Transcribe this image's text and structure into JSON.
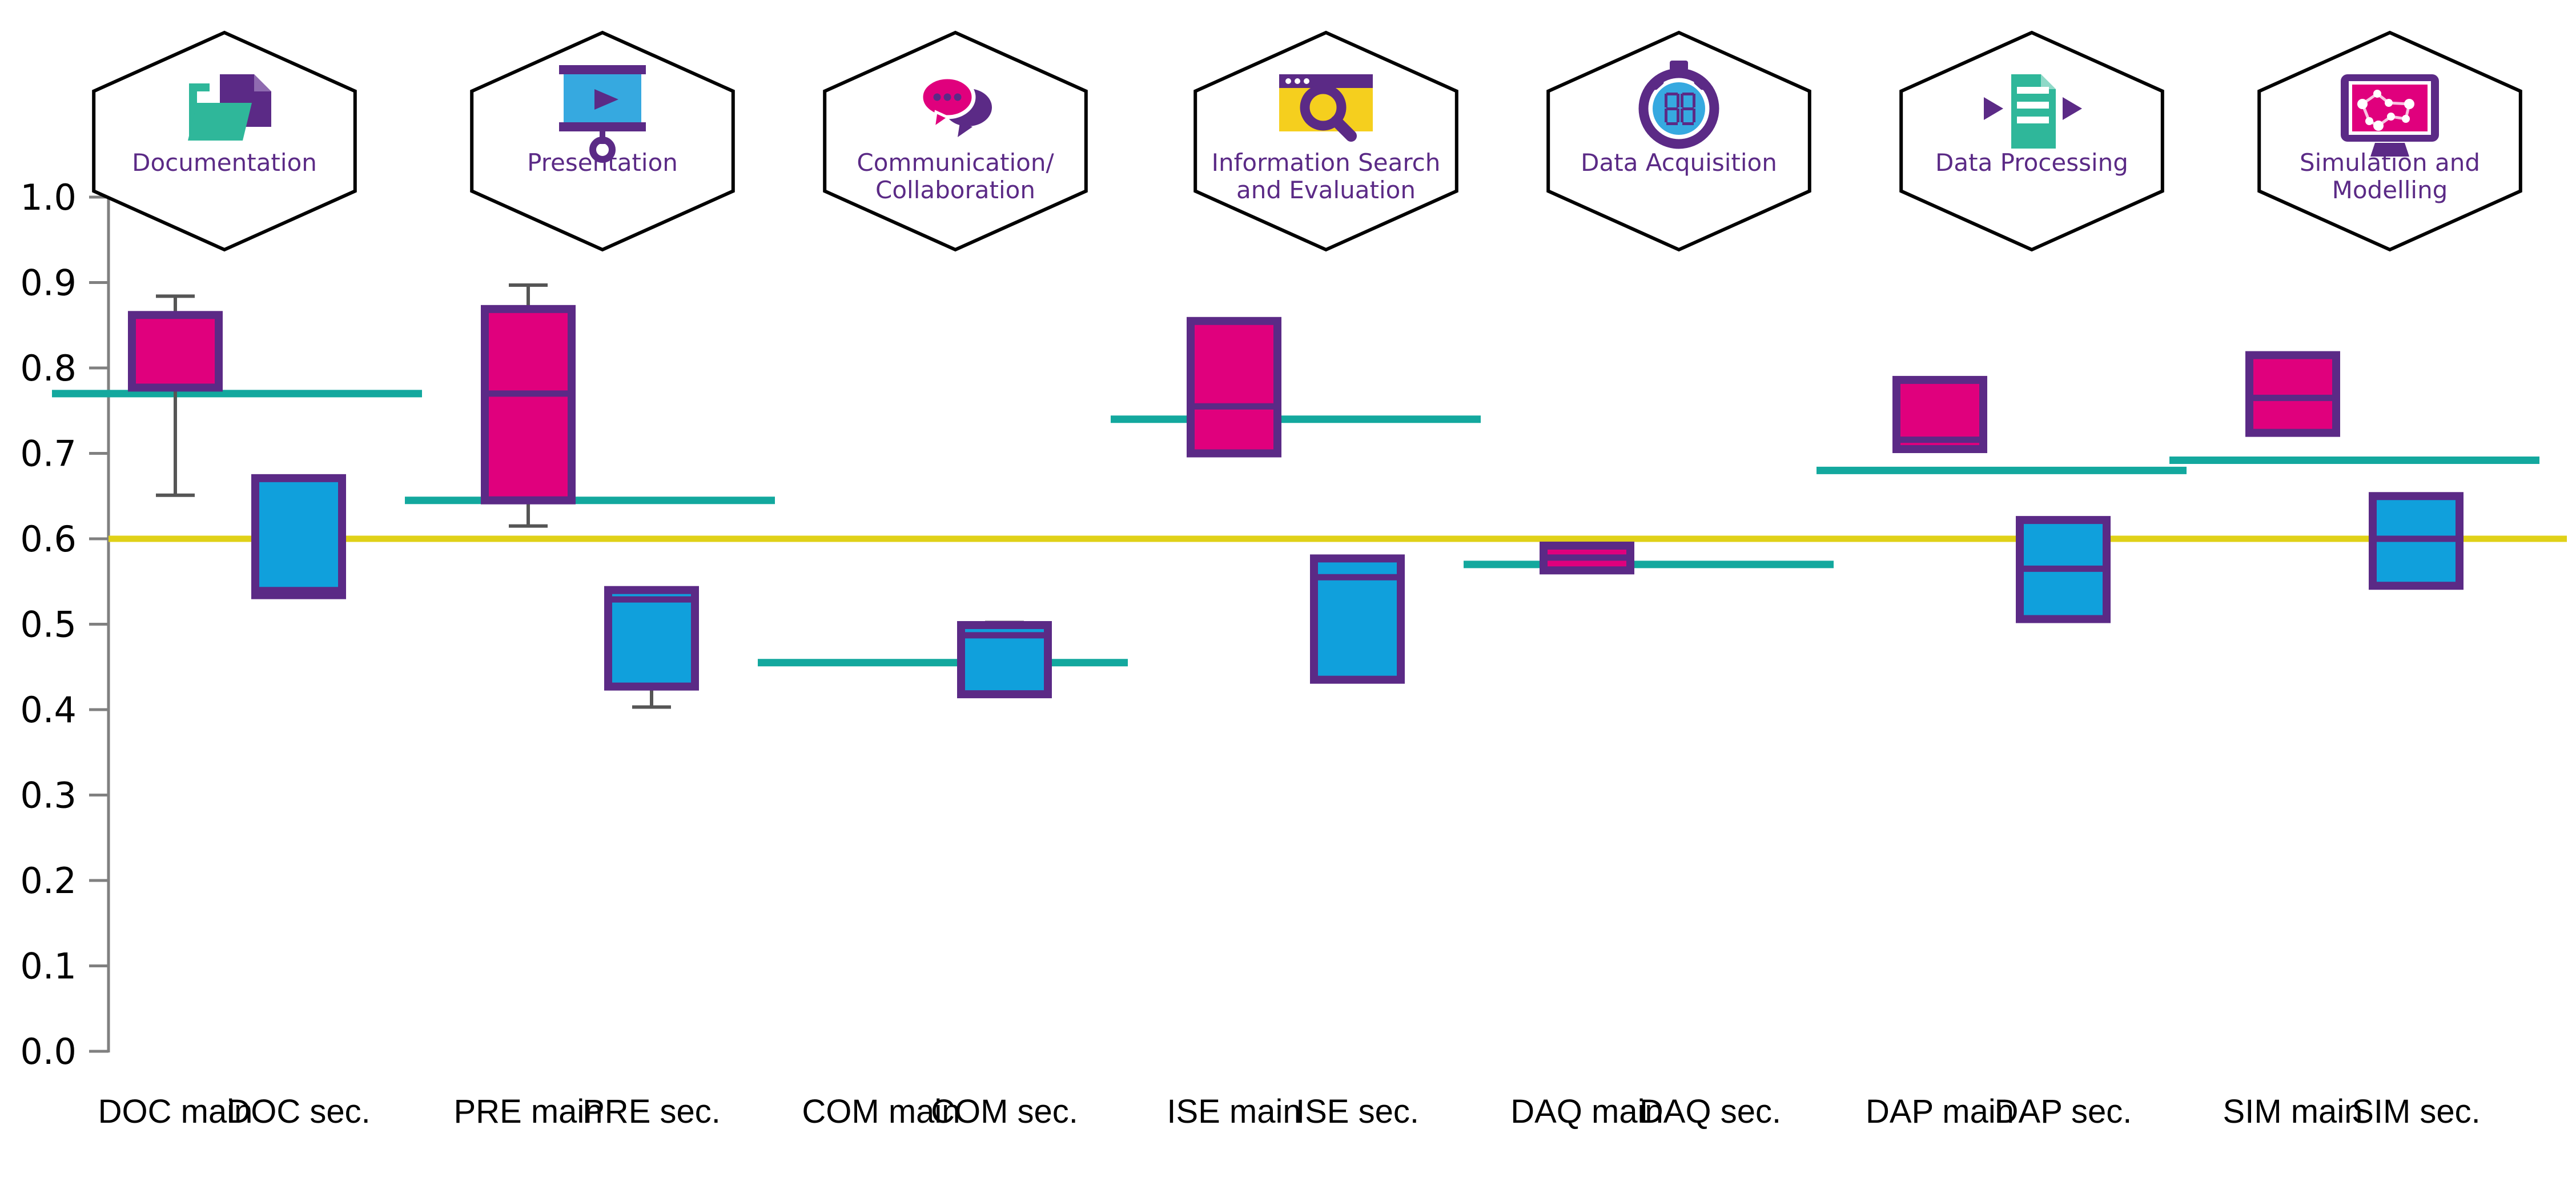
{
  "chart_data": {
    "type": "box",
    "title": "",
    "xlabel": "",
    "ylabel": "",
    "ylim": [
      0.0,
      1.0
    ],
    "yticks": [
      "0.0",
      "0.1",
      "0.2",
      "0.3",
      "0.4",
      "0.5",
      "0.6",
      "0.7",
      "0.8",
      "0.9",
      "1.0"
    ],
    "grid": false,
    "threshold_line": {
      "value": 0.6,
      "color": "#e0d118",
      "label": ""
    },
    "colors": {
      "main_fill": "#e0007d",
      "sec_fill": "#10a0dc",
      "box_edge": "#5b2a86",
      "mean_line": "#13a89e",
      "threshold": "#e0d118",
      "whisker": "#555555",
      "hexagon_stroke": "#000000",
      "hex_text": "#5b2a86"
    },
    "categories": [
      "DOC main",
      "DOC sec.",
      "PRE main",
      "PRE sec.",
      "COM main",
      "COM sec.",
      "ISE main",
      "ISE sec.",
      "DAQ main",
      "DAQ sec.",
      "DAP main",
      "DAP sec.",
      "SIM main",
      "SIM sec."
    ],
    "groups": [
      {
        "code": "DOC",
        "hex_label": "Documentation",
        "hex_icon": "folder-document-icon",
        "mean_value": 0.77,
        "boxes": [
          {
            "label": "DOC main",
            "series": "main",
            "q1": 0.777,
            "q3": 0.862,
            "median": 0.862,
            "whisker_low": 0.651,
            "whisker_high": 0.884,
            "present": true
          },
          {
            "label": "DOC sec.",
            "series": "sec",
            "q1": 0.534,
            "q3": 0.671,
            "median": 0.54,
            "whisker_low": null,
            "whisker_high": 0.671,
            "present": true
          }
        ]
      },
      {
        "code": "PRE",
        "hex_label": "Presentation",
        "hex_icon": "projector-screen-icon",
        "mean_value": 0.645,
        "boxes": [
          {
            "label": "PRE main",
            "series": "main",
            "q1": 0.645,
            "q3": 0.869,
            "median": 0.77,
            "whisker_low": 0.615,
            "whisker_high": 0.897,
            "present": true
          },
          {
            "label": "PRE sec.",
            "series": "sec",
            "q1": 0.427,
            "q3": 0.54,
            "median": 0.529,
            "whisker_low": 0.403,
            "whisker_high": 0.54,
            "present": true
          }
        ]
      },
      {
        "code": "COM",
        "hex_label": "Communication/\nCollaboration",
        "hex_icon": "speech-bubbles-icon",
        "mean_value": 0.455,
        "boxes": [
          {
            "label": "COM main",
            "series": "main",
            "q1": null,
            "q3": null,
            "median": null,
            "whisker_low": null,
            "whisker_high": null,
            "present": false
          },
          {
            "label": "COM sec.",
            "series": "sec",
            "q1": 0.418,
            "q3": 0.499,
            "median": 0.487,
            "whisker_low": null,
            "whisker_high": 0.502,
            "present": true
          }
        ]
      },
      {
        "code": "ISE",
        "hex_label": "Information Search\nand Evaluation",
        "hex_icon": "browser-magnifier-icon",
        "mean_value": 0.74,
        "boxes": [
          {
            "label": "ISE main",
            "series": "main",
            "q1": 0.7,
            "q3": 0.855,
            "median": 0.755,
            "whisker_low": null,
            "whisker_high": 0.855,
            "present": true
          },
          {
            "label": "ISE sec.",
            "series": "sec",
            "q1": 0.435,
            "q3": 0.577,
            "median": 0.555,
            "whisker_low": null,
            "whisker_high": 0.577,
            "present": true
          }
        ]
      },
      {
        "code": "DAQ",
        "hex_label": "Data Acquisition",
        "hex_icon": "stopwatch-icon",
        "mean_value": 0.57,
        "boxes": [
          {
            "label": "DAQ main",
            "series": "main",
            "q1": 0.563,
            "q3": 0.592,
            "median": 0.578,
            "whisker_low": null,
            "whisker_high": 0.592,
            "present": true
          },
          {
            "label": "DAQ sec.",
            "series": "sec",
            "q1": null,
            "q3": null,
            "median": null,
            "whisker_low": null,
            "whisker_high": null,
            "present": false
          }
        ]
      },
      {
        "code": "DAP",
        "hex_label": "Data Processing",
        "hex_icon": "document-arrows-icon",
        "mean_value": 0.68,
        "boxes": [
          {
            "label": "DAP main",
            "series": "main",
            "q1": 0.705,
            "q3": 0.786,
            "median": 0.716,
            "whisker_low": null,
            "whisker_high": 0.786,
            "present": true
          },
          {
            "label": "DAP sec.",
            "series": "sec",
            "q1": 0.506,
            "q3": 0.622,
            "median": 0.565,
            "whisker_low": null,
            "whisker_high": 0.622,
            "present": true
          }
        ]
      },
      {
        "code": "SIM",
        "hex_label": "Simulation and\nModelling",
        "hex_icon": "monitor-network-icon",
        "mean_value": 0.692,
        "boxes": [
          {
            "label": "SIM main",
            "series": "main",
            "q1": 0.724,
            "q3": 0.815,
            "median": 0.765,
            "whisker_low": null,
            "whisker_high": 0.815,
            "present": true
          },
          {
            "label": "SIM sec.",
            "series": "sec",
            "q1": 0.545,
            "q3": 0.65,
            "median": 0.6,
            "whisker_low": null,
            "whisker_high": 0.65,
            "present": true
          }
        ]
      }
    ]
  }
}
